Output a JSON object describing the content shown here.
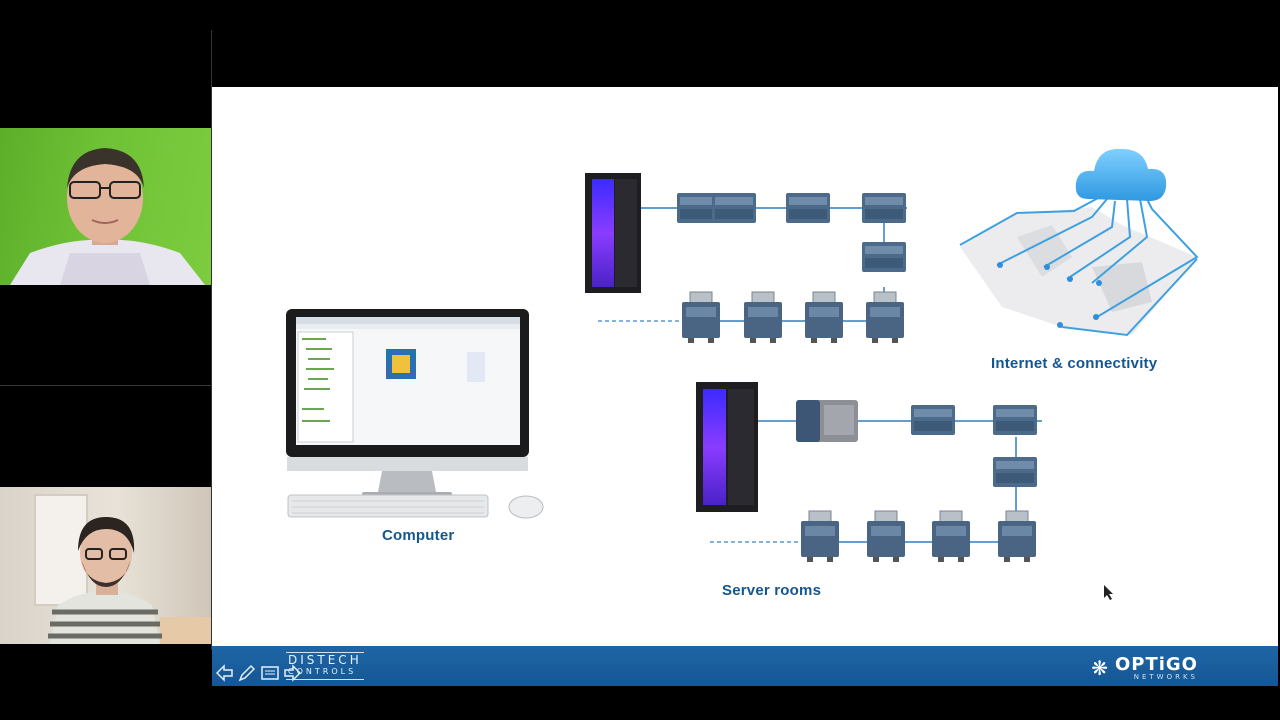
{
  "slide": {
    "label_internet": "Internet & connectivity",
    "label_computer": "Computer",
    "label_server_rooms": "Server rooms"
  },
  "branding": {
    "distech_line1": "DISTECH",
    "distech_line2": "CONTROLS",
    "optigo_line1": "OPTiGO",
    "optigo_line2": "NETWORKS"
  },
  "icons": [
    "previous-arrow-icon",
    "pencil-icon",
    "slides-menu-icon",
    "next-arrow-icon",
    "optigo-logo-icon",
    "mouse-cursor-icon"
  ],
  "colors": {
    "slide_bar": "#1a5e9e",
    "label_text": "#15568f",
    "network_line": "#2f7fc0",
    "cloud": "#4db3ec",
    "server_glow": "#7b3cff"
  }
}
